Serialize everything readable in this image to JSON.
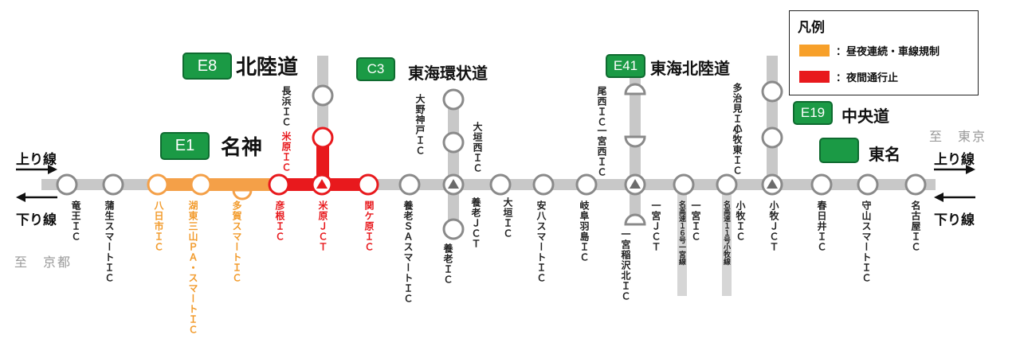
{
  "colors": {
    "expressway": "#c8c8c8",
    "node_stroke": "#8a8a8a",
    "day_night": "#f4a048",
    "day_night_text": "#f29b2c",
    "night_closure": "#e8191d",
    "night_closure_text": "#e8191d",
    "badge_green": "#1b9a45",
    "label_text": "#222222",
    "dest_text": "#9a9a9a"
  },
  "legend": {
    "title": "凡例",
    "items": [
      {
        "color": "#f7a02a",
        "label": "：昼夜連続・車線規制"
      },
      {
        "color": "#e8191d",
        "label": "：夜間通行止"
      }
    ]
  },
  "routes": {
    "e8": {
      "code": "E8",
      "name": "北陸道"
    },
    "c3": {
      "code": "C3",
      "name": "東海環状道"
    },
    "e41": {
      "code": "E41",
      "name": "東海北陸道"
    },
    "e19": {
      "code": "E19",
      "name": "中央道"
    },
    "e1": {
      "code": "E1",
      "name": "名神"
    },
    "tomei": {
      "code": "",
      "name": "東名"
    }
  },
  "directions": {
    "left_up": "上り線",
    "left_down": "下り線",
    "right_up": "上り線",
    "right_down": "下り線",
    "left_dest": "至　京都",
    "right_dest": "至　東京"
  },
  "main_stations": [
    {
      "name": "竜王ＩＣ",
      "status": "normal"
    },
    {
      "name": "蒲生スマートＩＣ",
      "status": "normal"
    },
    {
      "name": "八日市ＩＣ",
      "status": "day_night"
    },
    {
      "name": "湖東三山ＰＡ・スマートＩＣ",
      "status": "day_night"
    },
    {
      "name": "多賀スマートＩＣ",
      "status": "day_night"
    },
    {
      "name": "彦根ＩＣ",
      "status": "night_closure"
    },
    {
      "name": "米原ＪＣＴ",
      "status": "night_closure"
    },
    {
      "name": "関ケ原ＩＣ",
      "status": "night_closure"
    },
    {
      "name": "養老ＳＡスマートＩＣ",
      "status": "normal"
    },
    {
      "name": "養老ＪＣＴ",
      "status": "normal"
    },
    {
      "name": "大垣ＩＣ",
      "status": "normal"
    },
    {
      "name": "安八スマートＩＣ",
      "status": "normal"
    },
    {
      "name": "岐阜羽島ＩＣ",
      "status": "normal"
    },
    {
      "name": "一宮ＪＣＴ",
      "status": "normal"
    },
    {
      "name": "一宮ＩＣ",
      "status": "normal"
    },
    {
      "name": "小牧ＩＣ",
      "status": "normal"
    },
    {
      "name": "小牧ＪＣＴ",
      "status": "normal"
    },
    {
      "name": "春日井ＩＣ",
      "status": "normal"
    },
    {
      "name": "守山スマートＩＣ",
      "status": "normal"
    },
    {
      "name": "名古屋ＩＣ",
      "status": "normal"
    }
  ],
  "branch_stations": {
    "hokuriku_nagahama": "長浜ＩＣ",
    "hokuriku_maibara": "米原ＩＣ",
    "c3_ono_kobe": "大野神戸ＩＣ",
    "c3_ogaki_nishi": "大垣西ＩＣ",
    "c3_yoro": "養老ＩＣ",
    "e41_bisai": "尾西ＩＣ",
    "e41_ichinomiya_nishi": "一宮西ＩＣ",
    "e41_ichinomiya_inazawa_kita": "一宮稲沢北ＩＣ",
    "e19_tajimi": "多治見ＩＣ",
    "e19_komaki_higashi": "小牧東ＩＣ"
  },
  "crossing_routes": {
    "meiko_16": "名高速１６号一宮線",
    "meiko_11": "名高速１１号小牧線"
  }
}
